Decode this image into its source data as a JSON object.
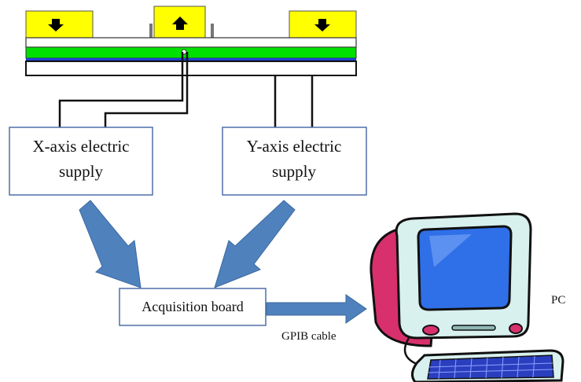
{
  "diagram": {
    "x_supply": {
      "line1": "X-axis electric",
      "line2": "supply"
    },
    "y_supply": {
      "line1": "Y-axis electric",
      "line2": "supply"
    },
    "acquisition_board": "Acquisition board",
    "cable_label": "GPIB cable",
    "pc_label": "PC"
  },
  "colors": {
    "pad_yellow": "#ffff00",
    "strip_green": "#00e000",
    "strip_blue": "#1f3fd6",
    "arrow_blue": "#4f81bd",
    "box_border": "#4f6fa8",
    "monitor_body": "#d8f0ee",
    "monitor_side": "#d8306c",
    "screen_blue": "#2f6fe8",
    "keyboard_blue": "#2a3fbf"
  }
}
